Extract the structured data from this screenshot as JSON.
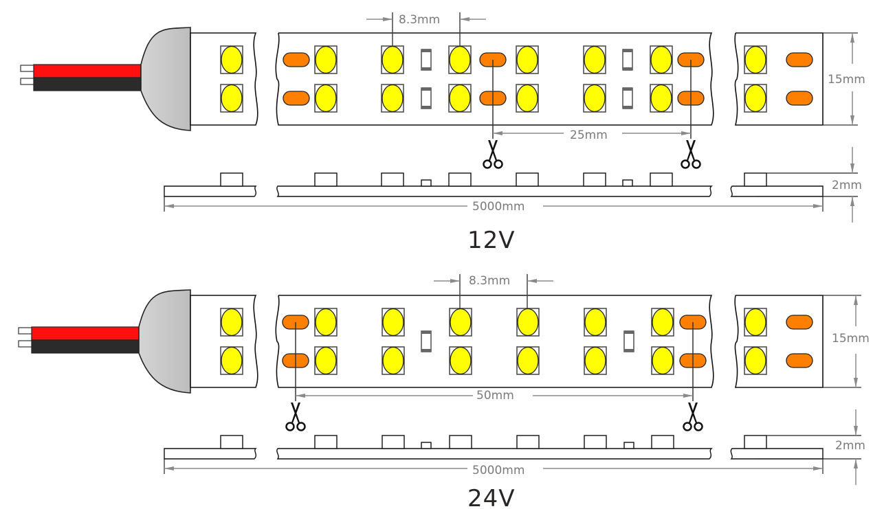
{
  "diagram": {
    "title": "Double-row LED strip dimension drawing",
    "colors": {
      "led_yellow": "#ffff00",
      "solder_pad_orange": "#ff8000",
      "wire_red": "#ff1010",
      "wire_black": "#2b2b2b",
      "end_cap_gray": "#c8c8c8",
      "outline": "#1a1a1a",
      "dimension_gray": "#8a8a8a",
      "resistor_gray": "#666666"
    },
    "icons": {
      "cut_mark": "scissors-icon"
    },
    "strips": [
      {
        "id": "12v",
        "voltage_label": "12V",
        "led_pitch_label": "8.3mm",
        "cut_interval_label": "25mm",
        "width_label": "15mm",
        "thickness_label": "2mm",
        "length_label": "5000mm",
        "rows": 2,
        "segment_pattern": [
          "pad",
          "led",
          "gap",
          "led",
          "res",
          "led",
          "pad",
          "led",
          "gap",
          "led",
          "res",
          "led",
          "pad"
        ],
        "end_section_pattern": [
          "led",
          "pad"
        ],
        "start_section_pattern": [
          "led"
        ],
        "cut_marks": 2
      },
      {
        "id": "24v",
        "voltage_label": "24V",
        "led_pitch_label": "8.3mm",
        "cut_interval_label": "50mm",
        "width_label": "15mm",
        "thickness_label": "2mm",
        "length_label": "5000mm",
        "rows": 2,
        "segment_pattern": [
          "pad",
          "led",
          "led",
          "res",
          "led",
          "led",
          "led",
          "res",
          "led",
          "pad"
        ],
        "end_section_pattern": [
          "led",
          "pad"
        ],
        "start_section_pattern": [
          "led"
        ],
        "cut_marks": 2
      }
    ]
  }
}
